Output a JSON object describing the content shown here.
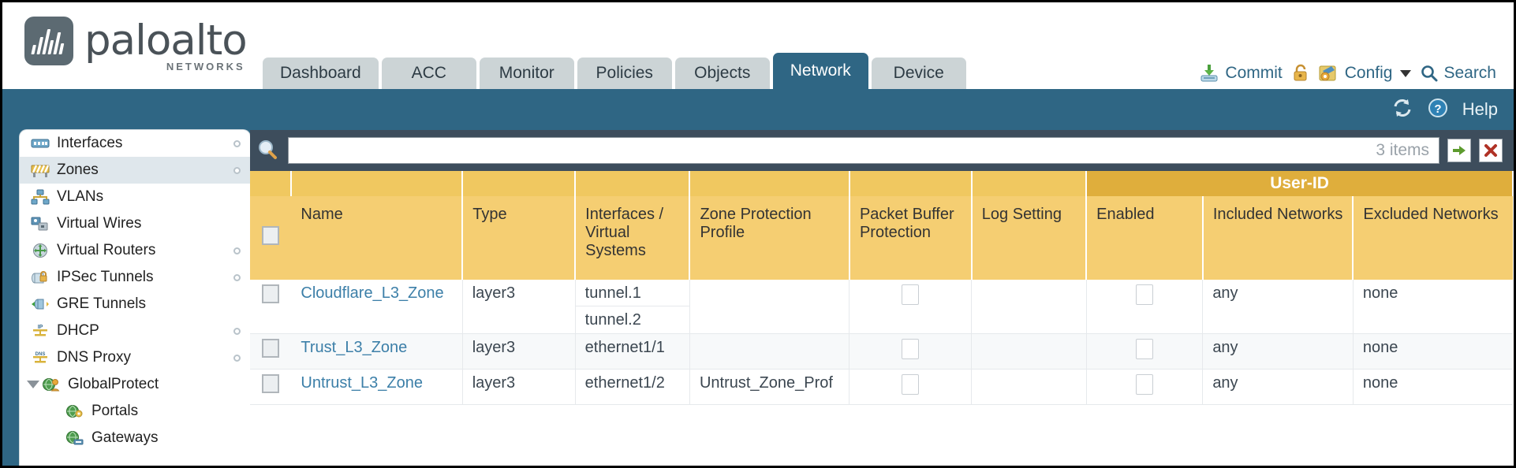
{
  "brand": {
    "name": "paloalto",
    "tagline": "NETWORKS",
    "registered": "®"
  },
  "nav": {
    "tabs": [
      {
        "label": "Dashboard",
        "active": false
      },
      {
        "label": "ACC",
        "active": false
      },
      {
        "label": "Monitor",
        "active": false
      },
      {
        "label": "Policies",
        "active": false
      },
      {
        "label": "Objects",
        "active": false
      },
      {
        "label": "Network",
        "active": true
      },
      {
        "label": "Device",
        "active": false
      }
    ]
  },
  "header_actions": {
    "commit": "Commit",
    "lock": "",
    "config": "Config",
    "search": "Search"
  },
  "blue_toolbar": {
    "refresh": "",
    "help": "Help"
  },
  "sidebar": {
    "items": [
      {
        "label": "Interfaces",
        "icon": "interfaces-icon",
        "selected": false,
        "has_dot": true,
        "child": false,
        "expander": false
      },
      {
        "label": "Zones",
        "icon": "zones-icon",
        "selected": true,
        "has_dot": true,
        "child": false,
        "expander": false
      },
      {
        "label": "VLANs",
        "icon": "vlans-icon",
        "selected": false,
        "has_dot": false,
        "child": false,
        "expander": false
      },
      {
        "label": "Virtual Wires",
        "icon": "virtual-wires-icon",
        "selected": false,
        "has_dot": false,
        "child": false,
        "expander": false
      },
      {
        "label": "Virtual Routers",
        "icon": "virtual-routers-icon",
        "selected": false,
        "has_dot": true,
        "child": false,
        "expander": false
      },
      {
        "label": "IPSec Tunnels",
        "icon": "ipsec-tunnels-icon",
        "selected": false,
        "has_dot": true,
        "child": false,
        "expander": false
      },
      {
        "label": "GRE Tunnels",
        "icon": "gre-tunnels-icon",
        "selected": false,
        "has_dot": false,
        "child": false,
        "expander": false
      },
      {
        "label": "DHCP",
        "icon": "dhcp-icon",
        "selected": false,
        "has_dot": true,
        "child": false,
        "expander": false
      },
      {
        "label": "DNS Proxy",
        "icon": "dns-proxy-icon",
        "selected": false,
        "has_dot": true,
        "child": false,
        "expander": false
      },
      {
        "label": "GlobalProtect",
        "icon": "globalprotect-icon",
        "selected": false,
        "has_dot": false,
        "child": false,
        "expander": true
      },
      {
        "label": "Portals",
        "icon": "portals-icon",
        "selected": false,
        "has_dot": false,
        "child": true,
        "expander": false
      },
      {
        "label": "Gateways",
        "icon": "gateways-icon",
        "selected": false,
        "has_dot": false,
        "child": true,
        "expander": false
      }
    ]
  },
  "search": {
    "placeholder": "",
    "value": "",
    "item_count": "3 items",
    "apply_icon": "arrow-right-icon",
    "clear_icon": "close-x-icon"
  },
  "table": {
    "group_header": {
      "user_id": "User-ID"
    },
    "columns": [
      "Name",
      "Type",
      "Interfaces / Virtual Systems",
      "Zone Protection Profile",
      "Packet Buffer Protection",
      "Log Setting",
      "Enabled",
      "Included Networks",
      "Excluded Networks"
    ],
    "rows": [
      {
        "name": "Cloudflare_L3_Zone",
        "type": "layer3",
        "interfaces": [
          "tunnel.1",
          "tunnel.2"
        ],
        "zone_protection_profile": "",
        "packet_buffer_protection": false,
        "log_setting": "",
        "user_id_enabled": false,
        "included_networks": "any",
        "excluded_networks": "none"
      },
      {
        "name": "Trust_L3_Zone",
        "type": "layer3",
        "interfaces": [
          "ethernet1/1"
        ],
        "zone_protection_profile": "",
        "packet_buffer_protection": false,
        "log_setting": "",
        "user_id_enabled": false,
        "included_networks": "any",
        "excluded_networks": "none"
      },
      {
        "name": "Untrust_L3_Zone",
        "type": "layer3",
        "interfaces": [
          "ethernet1/2"
        ],
        "zone_protection_profile": "Untrust_Zone_Prof",
        "packet_buffer_protection": false,
        "log_setting": "",
        "user_id_enabled": false,
        "included_networks": "any",
        "excluded_networks": "none"
      }
    ]
  },
  "colors": {
    "brand_blue": "#2f6684",
    "header_gold": "#f5ce72",
    "group_gold": "#dfae3c",
    "tab_inactive": "#ccd4d6",
    "content_dark": "#3d4d5c",
    "link_blue": "#3c7fa8"
  }
}
